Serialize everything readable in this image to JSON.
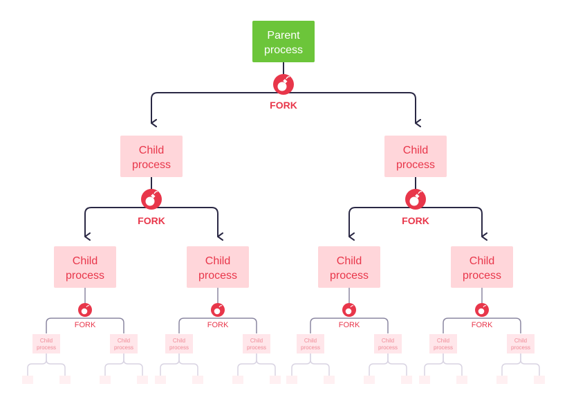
{
  "parent": {
    "label_line1": "Parent",
    "label_line2": "process"
  },
  "child": {
    "label_line1": "Child",
    "label_line2": "process"
  },
  "child_faded": {
    "label_line1": "Child",
    "label_line2": "process"
  },
  "fork": {
    "label": "FORK",
    "icon": "bomb-icon"
  },
  "colors": {
    "parent_box": "#6cc53a",
    "child_box": "#ffd6da",
    "child_text": "#e8364a",
    "fork_accent": "#e8364a",
    "arrow": "#2a2844",
    "faded_line": "#cfc9dc",
    "faded_box": "#ffe9ec",
    "faded_text": "#f2a0aa"
  }
}
